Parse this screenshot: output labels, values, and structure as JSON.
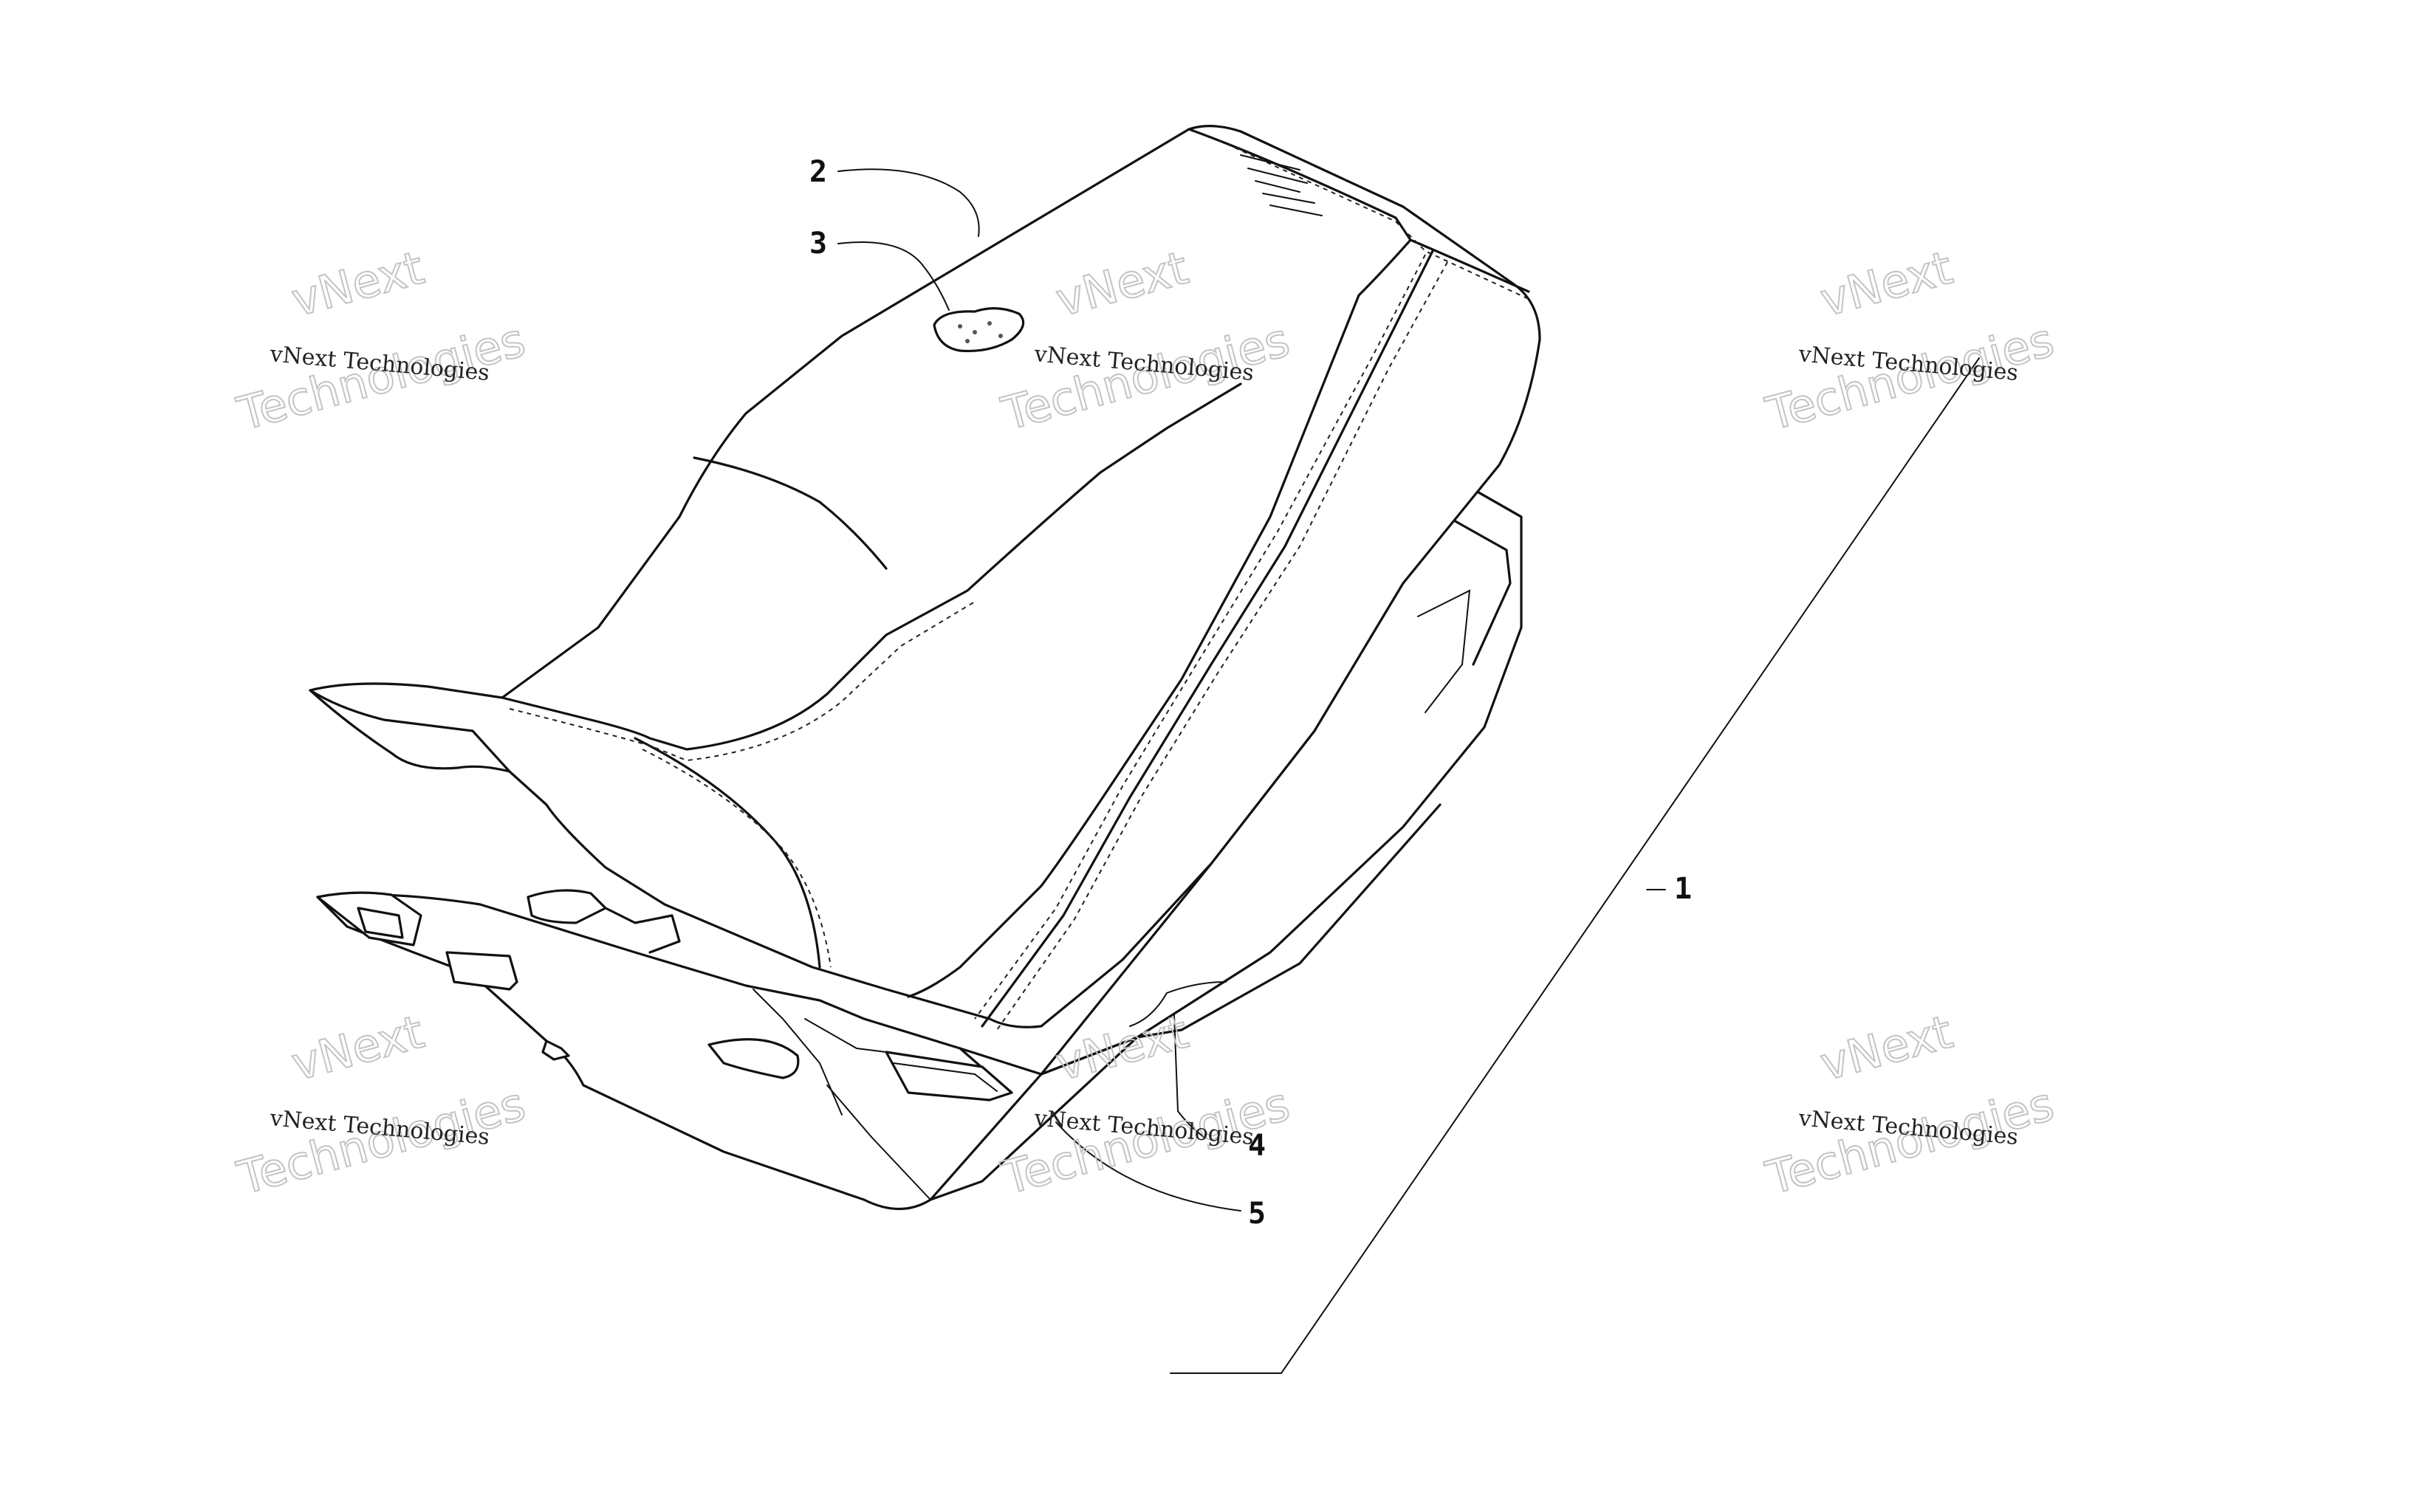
{
  "diagram": {
    "callouts": [
      {
        "id": "1",
        "label": "1"
      },
      {
        "id": "2",
        "label": "2"
      },
      {
        "id": "3",
        "label": "3"
      },
      {
        "id": "4",
        "label": "4"
      },
      {
        "id": "5",
        "label": "5"
      }
    ],
    "watermark": {
      "line_small": "vNext Technologies",
      "line_big_1": "vNext",
      "line_big_2": "Technologies"
    },
    "colors": {
      "ink": "#111111",
      "watermark": "#c4c4c4",
      "background": "#ffffff"
    }
  }
}
